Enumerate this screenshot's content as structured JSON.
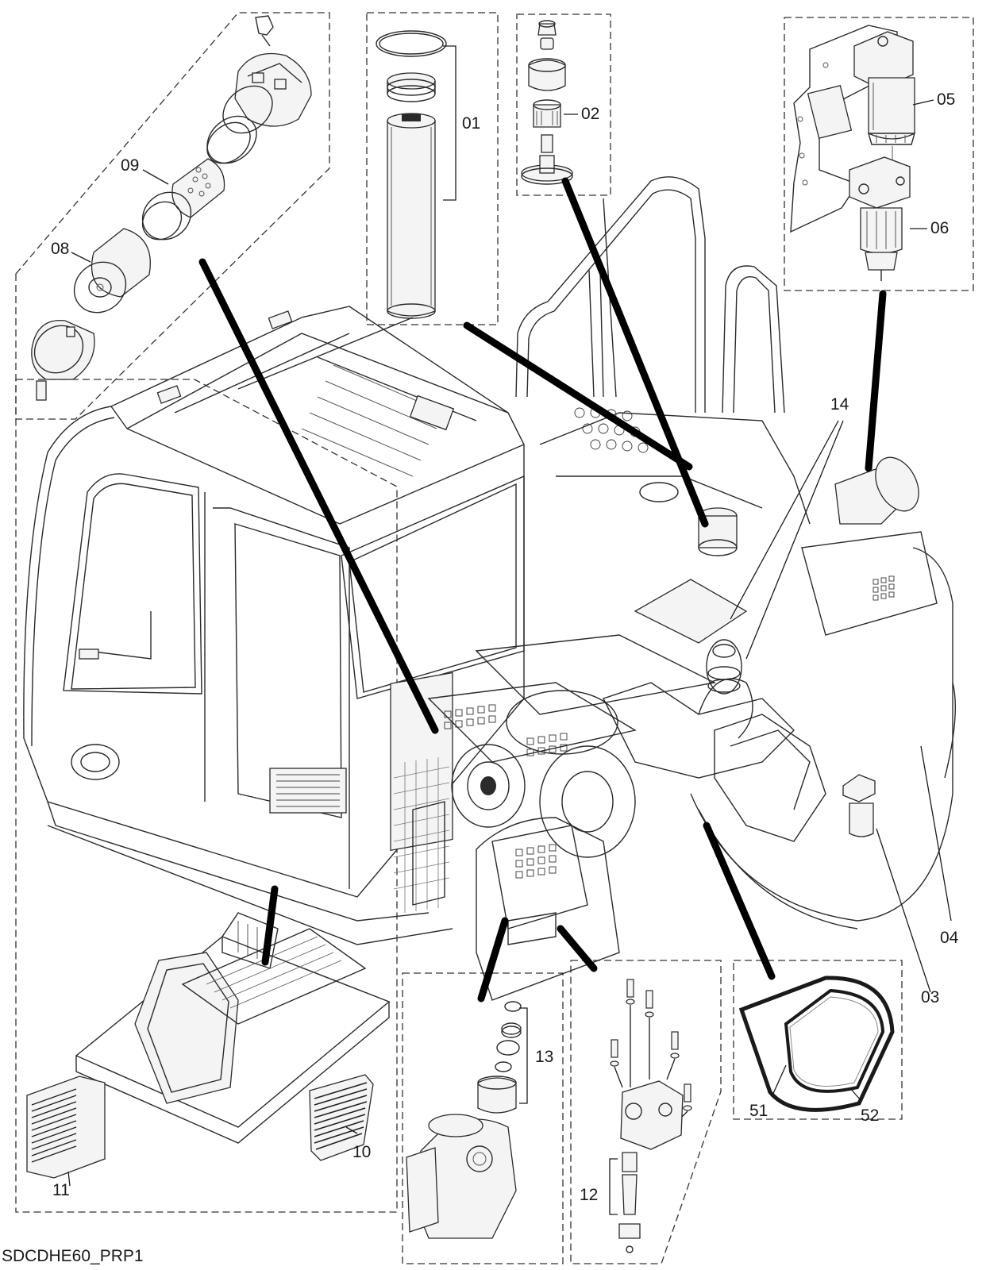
{
  "drawing": {
    "caption": "SDCDHE60_PRP1"
  },
  "callouts": [
    {
      "id": "01",
      "text": "01"
    },
    {
      "id": "02",
      "text": "02"
    },
    {
      "id": "03",
      "text": "03"
    },
    {
      "id": "04",
      "text": "04"
    },
    {
      "id": "05",
      "text": "05"
    },
    {
      "id": "06",
      "text": "06"
    },
    {
      "id": "08",
      "text": "08"
    },
    {
      "id": "09",
      "text": "09"
    },
    {
      "id": "10",
      "text": "10"
    },
    {
      "id": "11",
      "text": "11"
    },
    {
      "id": "12",
      "text": "12"
    },
    {
      "id": "13",
      "text": "13"
    },
    {
      "id": "14",
      "text": "14"
    },
    {
      "id": "51",
      "text": "51"
    },
    {
      "id": "52",
      "text": "52"
    }
  ],
  "colors": {
    "line": "#2a2a2a",
    "leader": "#000000",
    "background": "#ffffff"
  }
}
